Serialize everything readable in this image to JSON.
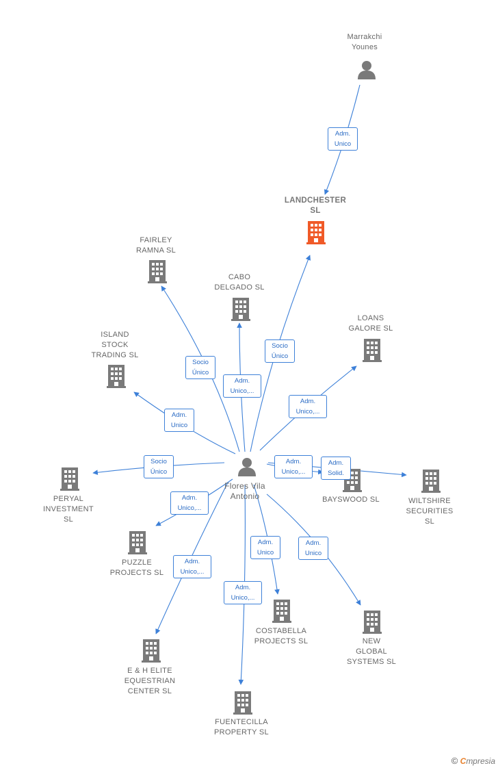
{
  "colors": {
    "edge": "#3d80d8",
    "company": "#7a7a7a",
    "highlight": "#f05a28",
    "person": "#7a7a7a"
  },
  "nodes": {
    "marrakchi": {
      "label": "Marrakchi\nYounes",
      "icon": "person-icon"
    },
    "landchester": {
      "label": "LANDCHESTER\nSL",
      "icon": "building-icon"
    },
    "fairley": {
      "label": "FAIRLEY\nRAMNA  SL",
      "icon": "building-icon"
    },
    "cabo": {
      "label": "CABO\nDELGADO SL",
      "icon": "building-icon"
    },
    "island": {
      "label": "ISLAND\nSTOCK\nTRADING SL",
      "icon": "building-icon"
    },
    "loans": {
      "label": "LOANS\nGALORE  SL",
      "icon": "building-icon"
    },
    "flores": {
      "label": "Flores Vila\nAntonio",
      "icon": "person-icon"
    },
    "peryal": {
      "label": "PERYAL\nINVESTMENT\nSL",
      "icon": "building-icon"
    },
    "bayswood": {
      "label": "BAYSWOOD  SL",
      "icon": "building-icon"
    },
    "wiltshire": {
      "label": "WILTSHIRE\nSECURITIES\nSL",
      "icon": "building-icon"
    },
    "puzzle": {
      "label": "PUZZLE\nPROJECTS  SL",
      "icon": "building-icon"
    },
    "costabella": {
      "label": "COSTABELLA\nPROJECTS  SL",
      "icon": "building-icon"
    },
    "newglobal": {
      "label": "NEW\nGLOBAL\nSYSTEMS SL",
      "icon": "building-icon"
    },
    "ehelite": {
      "label": "E & H ELITE\nEQUESTRIAN\nCENTER  SL",
      "icon": "building-icon"
    },
    "fuentecilla": {
      "label": "FUENTECILLA\nPROPERTY  SL",
      "icon": "building-icon"
    }
  },
  "edges": {
    "marrakchi_landchester": "Adm.\nUnico",
    "flores_landchester": "Socio\nÚnico",
    "flores_fairley": "Socio\nÚnico",
    "flores_cabo": "Adm.\nUnico,...",
    "flores_island": "Adm.\nUnico",
    "flores_loans": "Adm.\nUnico,...",
    "flores_peryal": "Socio\nÚnico",
    "flores_bayswood": "Adm.\nUnico,...",
    "flores_wiltshire": "Adm.\nSolid.",
    "flores_puzzle": "Adm.\nUnico,...",
    "flores_ehelite": "Adm.\nUnico,...",
    "flores_fuentecilla": "Adm.\nUnico,...",
    "flores_costabella": "Adm.\nUnico",
    "flores_newglobal": "Adm.\nUnico"
  },
  "credit": {
    "symbol": "©",
    "brand_initial": "C",
    "brand_rest": "mpresia"
  }
}
